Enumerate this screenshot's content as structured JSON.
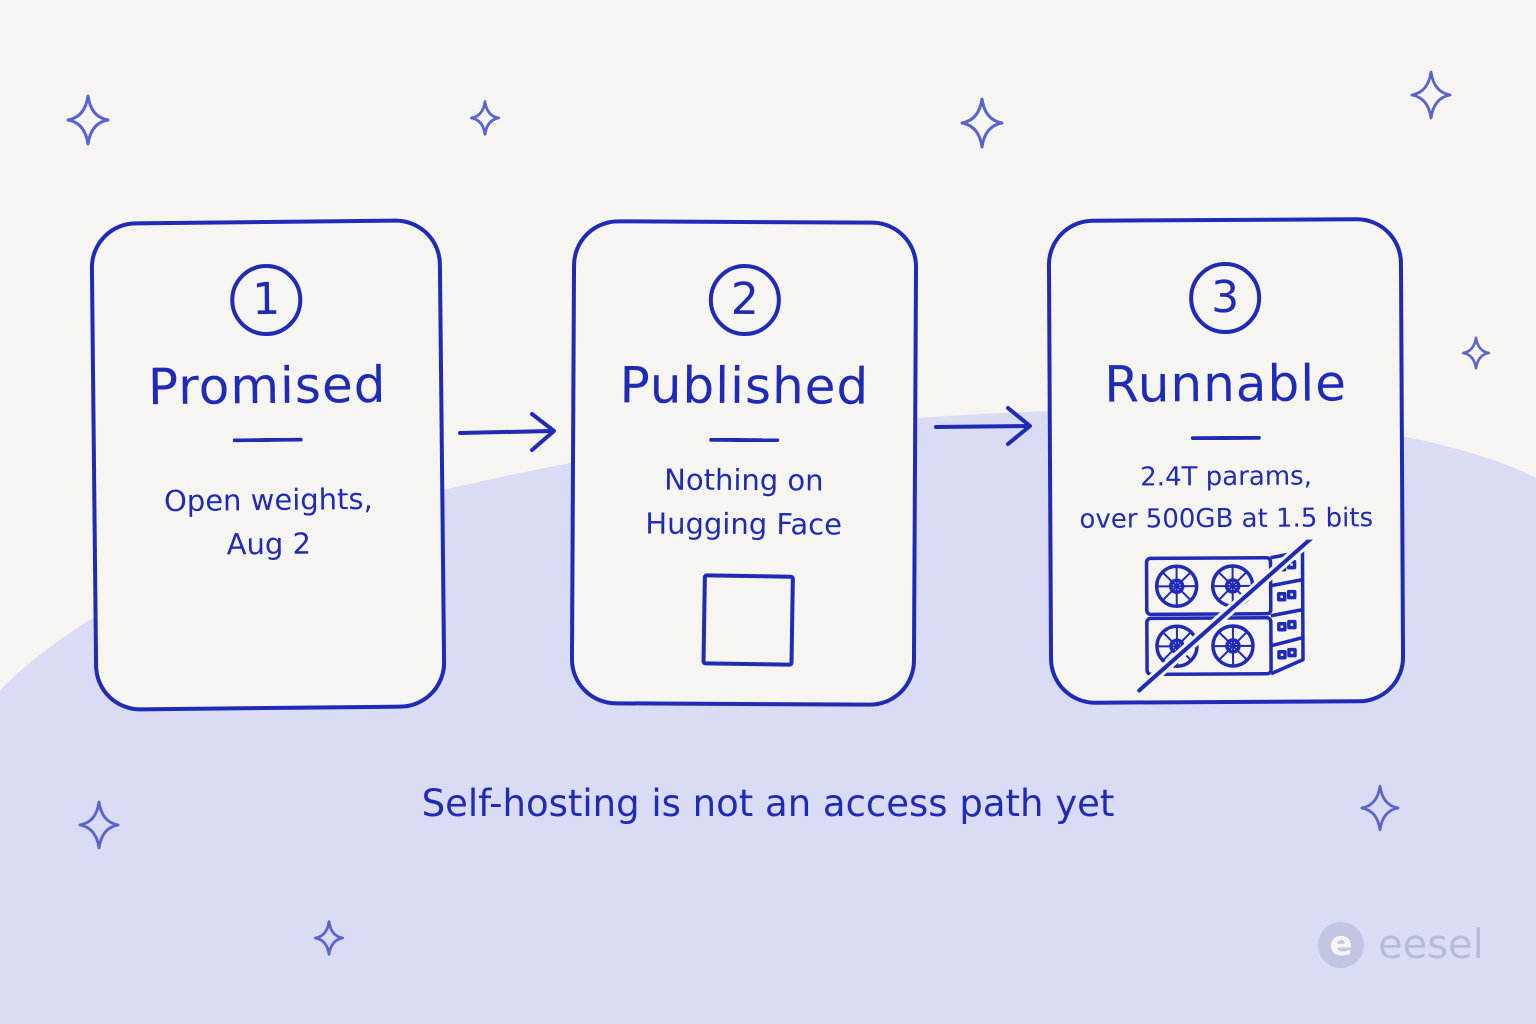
{
  "steps": [
    {
      "number": "1",
      "title": "Promised",
      "lines": [
        "Open weights,",
        "Aug 2"
      ]
    },
    {
      "number": "2",
      "title": "Published",
      "lines": [
        "Nothing on",
        "Hugging Face"
      ]
    },
    {
      "number": "3",
      "title": "Runnable",
      "lines": [
        "2.4T params,",
        "over 500GB at 1.5 bits"
      ]
    }
  ],
  "caption": "Self-hosting is not an access path yet",
  "brand": {
    "mark": "e",
    "name": "eesel"
  },
  "icons": {
    "step2": "empty-box-icon",
    "step3": "gpu-server-crossed-out-icon",
    "connector": "right-arrow-icon",
    "decoration": "sparkle-icon"
  },
  "colors": {
    "ink": "#1f2bb8",
    "background": "#f6f5f2",
    "wave": "#dadcf6",
    "sparkle": "#5a64cc",
    "brand": "#b8bbd8"
  }
}
